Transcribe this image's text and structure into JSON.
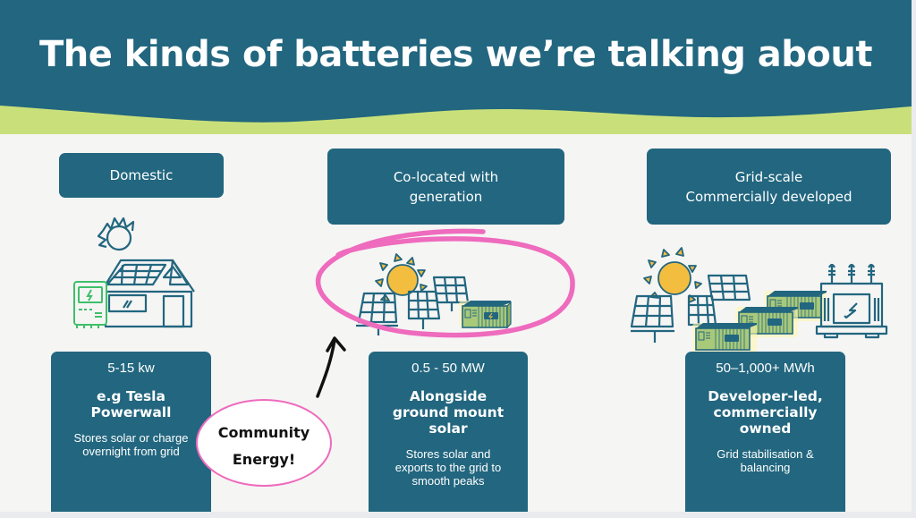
{
  "slide": {
    "title": "The kinds of batteries we’re talking about",
    "colors": {
      "header": "#22667f",
      "wave": "#c9e07a",
      "box": "#22667f",
      "accent_pink": "#ee6bbd",
      "sun": "#f3bd3f",
      "battery": "#a9c97a"
    }
  },
  "columns": [
    {
      "category": "Domestic",
      "illustration": "house-solar-battery-icon",
      "range": "5-15 kw",
      "heading": "e.g Tesla\nPowerwall",
      "description": "Stores solar or charge\novernight from grid"
    },
    {
      "category": "Co-located with\ngeneration",
      "illustration": "solar-farm-battery-icon",
      "range": "0.5 - 50 MW",
      "heading": "Alongside\nground mount\nsolar",
      "description": "Stores solar and\nexports to the grid to\nsmooth peaks"
    },
    {
      "category": "Grid-scale\nCommercially developed",
      "illustration": "grid-scale-battery-transformer-icon",
      "range": "50–1,000+ MWh",
      "heading": "Developer-led,\ncommercially\nowned",
      "description": "Grid stabilisation &\nbalancing"
    }
  ],
  "annotation": {
    "callout_text": "Community\nEnergy!",
    "highlight_target": "Co-located with generation"
  }
}
